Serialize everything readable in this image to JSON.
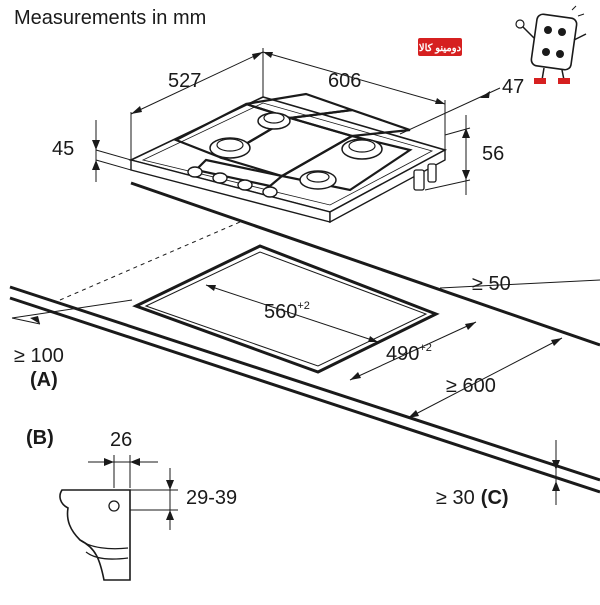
{
  "title": "Measurements in mm",
  "hob": {
    "width": "606",
    "depth": "527",
    "height": "45",
    "side_offset": "47",
    "burner_height": "56"
  },
  "cutout": {
    "width": "560",
    "width_tol": "+2",
    "depth": "490",
    "depth_tol": "+2",
    "back_clearance": "≥ 50",
    "worktop_depth": "≥ 600",
    "front_clearance": "≥ 100"
  },
  "labels": {
    "a": "(A)",
    "b": "(B)",
    "c_text": "≥ 30",
    "c": "(C)"
  },
  "detail_b": {
    "width": "26",
    "range": "29-39"
  },
  "logo": {
    "text": "دومینو کالا",
    "brand_color": "#d62020"
  }
}
